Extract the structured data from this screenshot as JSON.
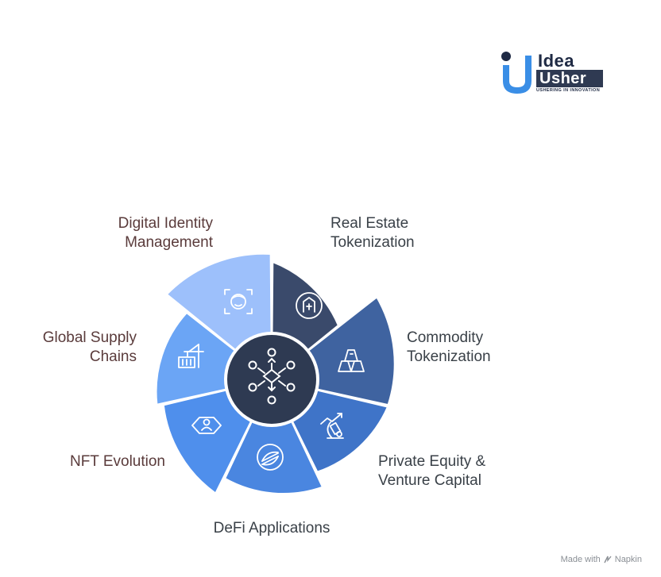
{
  "logo": {
    "word1": "Idea",
    "word2": "Usher",
    "tagline": "USHERING IN INNOVATION"
  },
  "segments": [
    {
      "label": "Real Estate\nTokenization",
      "icon": "real-estate-token-icon",
      "color": "#3a4a6b"
    },
    {
      "label": "Commodity\nTokenization",
      "icon": "gold-bars-icon",
      "color": "#3f63a0"
    },
    {
      "label": "Private Equity &\nVenture Capital",
      "icon": "microscope-growth-icon",
      "color": "#3f74c8"
    },
    {
      "label": "DeFi Applications",
      "icon": "stellar-coin-icon",
      "color": "#4a86e0"
    },
    {
      "label": "NFT Evolution",
      "icon": "hexagon-user-icon",
      "color": "#4f8fec"
    },
    {
      "label": "Global Supply\nChains",
      "icon": "crane-container-icon",
      "color": "#6ba5f5"
    },
    {
      "label": "Digital Identity\nManagement",
      "icon": "face-scan-icon",
      "color": "#9dc0fb"
    }
  ],
  "center": {
    "icon": "network-hub-icon",
    "color": "#2e3a52"
  },
  "footer": {
    "made_with": "Made with",
    "brand": "Napkin"
  }
}
